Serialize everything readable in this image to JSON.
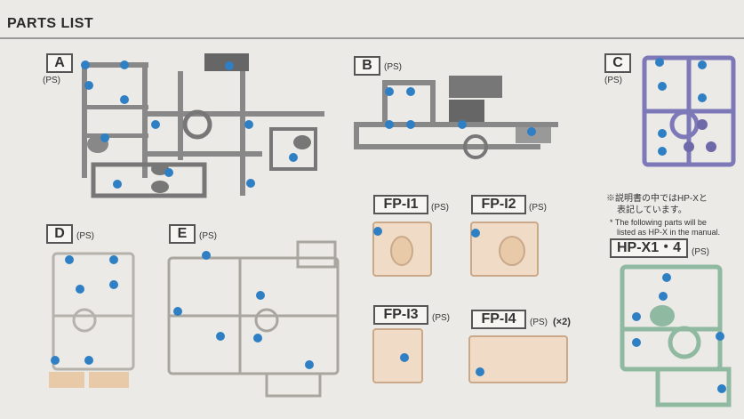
{
  "header": {
    "title": "PARTS LIST"
  },
  "colors": {
    "gray_runner": "#8a8a8a",
    "purple_runner": "#7d78b8",
    "green_runner": "#8fb9a0",
    "skin_runner": "#e8c9a8",
    "marker_blue": "#2f7fc4"
  },
  "runners": {
    "A": {
      "letter": "A",
      "ps": "(PS)"
    },
    "B": {
      "letter": "B",
      "ps": "(PS)"
    },
    "C": {
      "letter": "C",
      "ps": "(PS)"
    },
    "D": {
      "letter": "D",
      "ps": "(PS)"
    },
    "E": {
      "letter": "E",
      "ps": "(PS)"
    },
    "FP1": {
      "label": "FP-I1",
      "ps": "(PS)"
    },
    "FP2": {
      "label": "FP-I2",
      "ps": "(PS)"
    },
    "FP3": {
      "label": "FP-I3",
      "ps": "(PS)"
    },
    "FP4": {
      "label": "FP-I4",
      "ps": "(PS)",
      "count": "(×2)"
    },
    "HPX": {
      "label": "HP-X1・4",
      "ps": "(PS)"
    }
  },
  "notes": {
    "jp_line1": "※説明書の中ではHP-Xと",
    "jp_line2": "表記しています。",
    "en_line1": "* The following parts will be",
    "en_line2": "listed as HP-X in the manual."
  }
}
